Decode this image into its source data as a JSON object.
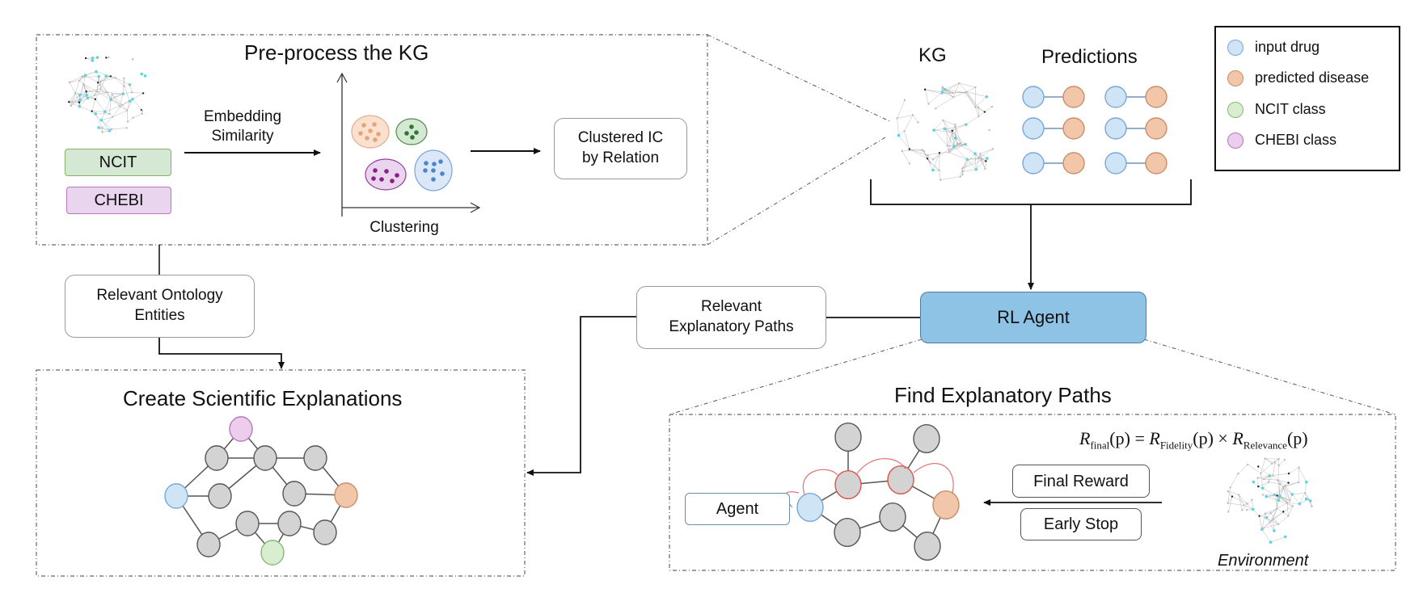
{
  "preprocess": {
    "title": "Pre-process the KG",
    "tags": [
      "NCIT",
      "CHEBI"
    ],
    "arrow_label": "Embedding\nSimilarity",
    "axis_label": "Clustering",
    "output_box": "Clustered IC\nby Relation",
    "clusters": [
      {
        "name": "orange",
        "fill": "#fae0cf",
        "stroke": "#e2b08e",
        "dot": "#e8a479"
      },
      {
        "name": "green",
        "fill": "#d5e8d4",
        "stroke": "#4e8a46",
        "dot": "#2f7a2a"
      },
      {
        "name": "purple",
        "fill": "#ead5ee",
        "stroke": "#9a3c9f",
        "dot": "#8c1f86"
      },
      {
        "name": "blue",
        "fill": "#dce8f7",
        "stroke": "#7aa6d8",
        "dot": "#4a86d0"
      }
    ]
  },
  "kg_panel": {
    "kg_title": "KG",
    "predictions_title": "Predictions",
    "prediction_pairs": 6
  },
  "legend": {
    "items": [
      {
        "label": "input drug",
        "fill": "#cfe4f5",
        "stroke": "#7aa6d8"
      },
      {
        "label": "predicted disease",
        "fill": "#f2c6a8",
        "stroke": "#c98d6a"
      },
      {
        "label": "NCIT class",
        "fill": "#d8eecf",
        "stroke": "#8ab87a"
      },
      {
        "label": "CHEBI class",
        "fill": "#eccdee",
        "stroke": "#b577be"
      }
    ]
  },
  "ontology_box": "Relevant Ontology\nEntities",
  "paths_box": "Relevant\nExplanatory Paths",
  "rl_agent": "RL Agent",
  "explanations": {
    "title": "Create Scientific Explanations"
  },
  "find_paths": {
    "title": "Find Explanatory Paths",
    "agent": "Agent",
    "final_reward": "Final Reward",
    "early_stop": "Early Stop",
    "environment": "Environment",
    "formula": {
      "lhs": "R",
      "lhs_sub": "final",
      "arg": "(p)",
      "t1": "R",
      "t1_sub": "Fidelity",
      "t2": "R",
      "t2_sub": "Relevance",
      "eq": " = ",
      "times": " × "
    }
  },
  "colors": {
    "node_gray": "#d3d3d3",
    "node_stroke": "#555555",
    "drug": "#cfe4f5",
    "disease": "#f2c6a8",
    "ncit": "#d8eecf",
    "chebi": "#eccdee",
    "path_red": "#d9534f",
    "kg_cyan": "#5fd3e0"
  }
}
